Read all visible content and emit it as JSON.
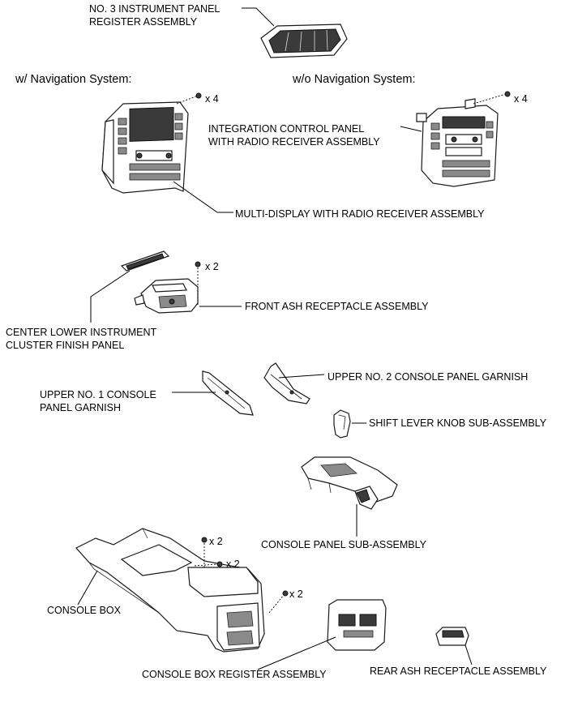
{
  "headers": {
    "with_nav": "w/ Navigation System:",
    "without_nav": "w/o Navigation System:"
  },
  "labels": {
    "register_line1": "NO. 3 INSTRUMENT PANEL",
    "register_line2": "REGISTER ASSEMBLY",
    "integration_line1": "INTEGRATION CONTROL PANEL",
    "integration_line2": "WITH RADIO RECEIVER ASSEMBLY",
    "multi_display": "MULTI-DISPLAY WITH RADIO RECEIVER ASSEMBLY",
    "front_ash": "FRONT ASH RECEPTACLE ASSEMBLY",
    "center_lower_line1": "CENTER LOWER INSTRUMENT",
    "center_lower_line2": "CLUSTER FINISH PANEL",
    "upper_no2": "UPPER NO. 2 CONSOLE PANEL GARNISH",
    "upper_no1_line1": "UPPER NO. 1 CONSOLE",
    "upper_no1_line2": "PANEL GARNISH",
    "shift_knob": "SHIFT LEVER KNOB SUB-ASSEMBLY",
    "console_panel": "CONSOLE PANEL SUB-ASSEMBLY",
    "console_box": "CONSOLE BOX",
    "console_box_register": "CONSOLE BOX REGISTER ASSEMBLY",
    "rear_ash": "REAR ASH RECEPTACLE ASSEMBLY"
  },
  "quantities": {
    "nav_screws": "x 4",
    "no_nav_screws": "x 4",
    "front_ash_screws": "x 2",
    "console_box_screws_a": "x 2",
    "console_box_screws_b": "x 2",
    "register_screws": "x 2"
  }
}
